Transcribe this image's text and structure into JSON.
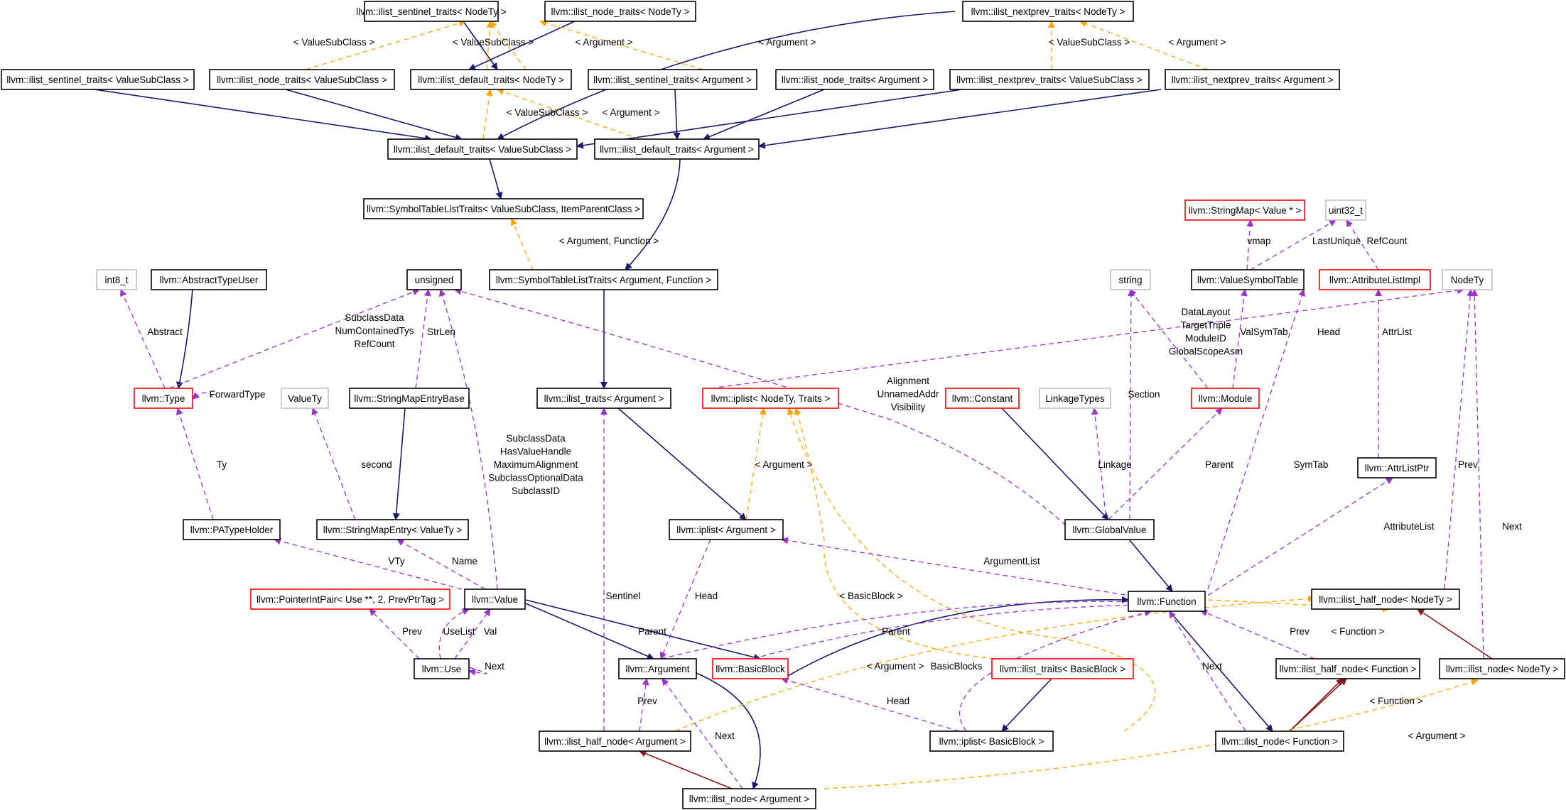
{
  "diagram": {
    "colors": {
      "inheritance": "#191970",
      "usage": "#9a32cd",
      "template": "#ffa500",
      "private": "#8b1a1a",
      "box_normal": "#000000",
      "box_red": "#ff0000",
      "box_gray": "#bfbfbf",
      "focus_fill": "#bfbfbf"
    },
    "nodes": [
      {
        "id": "n_sentinel_nodety",
        "label": "llvm::ilist_sentinel_traits< NodeTy >",
        "style": "normal"
      },
      {
        "id": "n_node_traits_nodety",
        "label": "llvm::ilist_node_traits< NodeTy >",
        "style": "normal"
      },
      {
        "id": "n_nextprev_nodety",
        "label": "llvm::ilist_nextprev_traits< NodeTy >",
        "style": "normal"
      },
      {
        "id": "n_sentinel_vsc",
        "label": "llvm::ilist_sentinel_traits< ValueSubClass >",
        "style": "normal"
      },
      {
        "id": "n_node_traits_vsc",
        "label": "llvm::ilist_node_traits< ValueSubClass >",
        "style": "normal"
      },
      {
        "id": "n_default_nodety",
        "label": "llvm::ilist_default_traits< NodeTy >",
        "style": "normal"
      },
      {
        "id": "n_sentinel_arg",
        "label": "llvm::ilist_sentinel_traits< Argument >",
        "style": "normal"
      },
      {
        "id": "n_node_traits_arg",
        "label": "llvm::ilist_node_traits< Argument >",
        "style": "normal"
      },
      {
        "id": "n_nextprev_vsc",
        "label": "llvm::ilist_nextprev_traits< ValueSubClass >",
        "style": "normal"
      },
      {
        "id": "n_nextprev_arg",
        "label": "llvm::ilist_nextprev_traits< Argument >",
        "style": "normal"
      },
      {
        "id": "n_default_vsc",
        "label": "llvm::ilist_default_traits< ValueSubClass >",
        "style": "normal"
      },
      {
        "id": "n_default_arg",
        "label": "llvm::ilist_default_traits< Argument >",
        "style": "normal"
      },
      {
        "id": "n_stlt_vsc",
        "label": "llvm::SymbolTableListTraits< ValueSubClass, ItemParentClass >",
        "style": "normal"
      },
      {
        "id": "n_stringmap_value",
        "label": "llvm::StringMap< Value * >",
        "style": "red"
      },
      {
        "id": "n_uint32",
        "label": "uint32_t",
        "style": "gray"
      },
      {
        "id": "n_int8",
        "label": "int8_t",
        "style": "gray"
      },
      {
        "id": "n_abstract_type_user",
        "label": "llvm::AbstractTypeUser",
        "style": "normal"
      },
      {
        "id": "n_unsigned",
        "label": "unsigned",
        "style": "normal"
      },
      {
        "id": "n_stlt_arg_fn",
        "label": "llvm::SymbolTableListTraits< Argument, Function >",
        "style": "normal"
      },
      {
        "id": "n_string",
        "label": "string",
        "style": "gray"
      },
      {
        "id": "n_value_symbol_table",
        "label": "llvm::ValueSymbolTable",
        "style": "normal"
      },
      {
        "id": "n_attribute_list_impl",
        "label": "llvm::AttributeListImpl",
        "style": "red"
      },
      {
        "id": "n_nodety",
        "label": "NodeTy",
        "style": "gray"
      },
      {
        "id": "n_type",
        "label": "llvm::Type",
        "style": "red"
      },
      {
        "id": "n_valuety",
        "label": "ValueTy",
        "style": "gray"
      },
      {
        "id": "n_stringmap_entry_base",
        "label": "llvm::StringMapEntryBase",
        "style": "normal"
      },
      {
        "id": "n_ilist_traits_arg",
        "label": "llvm::ilist_traits< Argument >",
        "style": "focus"
      },
      {
        "id": "n_iplist_nodety",
        "label": "llvm::iplist< NodeTy, Traits >",
        "style": "red"
      },
      {
        "id": "n_constant",
        "label": "llvm::Constant",
        "style": "red"
      },
      {
        "id": "n_linkage_types",
        "label": "LinkageTypes",
        "style": "gray"
      },
      {
        "id": "n_module",
        "label": "llvm::Module",
        "style": "red"
      },
      {
        "id": "n_attr_list_ptr",
        "label": "llvm::AttrListPtr",
        "style": "normal"
      },
      {
        "id": "n_patype_holder",
        "label": "llvm::PATypeHolder",
        "style": "normal"
      },
      {
        "id": "n_stringmap_entry",
        "label": "llvm::StringMapEntry< ValueTy >",
        "style": "normal"
      },
      {
        "id": "n_iplist_arg",
        "label": "llvm::iplist< Argument >",
        "style": "normal"
      },
      {
        "id": "n_global_value",
        "label": "llvm::GlobalValue",
        "style": "normal"
      },
      {
        "id": "n_pointer_int_pair",
        "label": "llvm::PointerIntPair< Use **, 2, PrevPtrTag >",
        "style": "red"
      },
      {
        "id": "n_value",
        "label": "llvm::Value",
        "style": "normal"
      },
      {
        "id": "n_function",
        "label": "llvm::Function",
        "style": "normal"
      },
      {
        "id": "n_half_node_nodety",
        "label": "llvm::ilist_half_node< NodeTy >",
        "style": "normal"
      },
      {
        "id": "n_use",
        "label": "llvm::Use",
        "style": "normal"
      },
      {
        "id": "n_argument",
        "label": "llvm::Argument",
        "style": "normal"
      },
      {
        "id": "n_basic_block",
        "label": "llvm::BasicBlock",
        "style": "red"
      },
      {
        "id": "n_ilist_traits_bb",
        "label": "llvm::ilist_traits< BasicBlock >",
        "style": "red"
      },
      {
        "id": "n_half_node_fn",
        "label": "llvm::ilist_half_node< Function >",
        "style": "normal"
      },
      {
        "id": "n_node_nodety",
        "label": "llvm::ilist_node< NodeTy >",
        "style": "normal"
      },
      {
        "id": "n_half_node_arg",
        "label": "llvm::ilist_half_node< Argument >",
        "style": "normal"
      },
      {
        "id": "n_iplist_bb",
        "label": "llvm::iplist< BasicBlock >",
        "style": "normal"
      },
      {
        "id": "n_node_fn",
        "label": "llvm::ilist_node< Function >",
        "style": "normal"
      },
      {
        "id": "n_node_arg",
        "label": "llvm::ilist_node< Argument >",
        "style": "normal"
      }
    ],
    "edge_labels": [
      {
        "id": "l_vsc_1",
        "lines": [
          "< ValueSubClass >"
        ]
      },
      {
        "id": "l_vsc_2",
        "lines": [
          "< ValueSubClass >"
        ]
      },
      {
        "id": "l_arg_1",
        "lines": [
          "< Argument >"
        ]
      },
      {
        "id": "l_arg_2",
        "lines": [
          "< Argument >"
        ]
      },
      {
        "id": "l_vsc_3",
        "lines": [
          "< ValueSubClass >"
        ]
      },
      {
        "id": "l_arg_3",
        "lines": [
          "< Argument >"
        ]
      },
      {
        "id": "l_vsc_4",
        "lines": [
          "< ValueSubClass >"
        ]
      },
      {
        "id": "l_arg_4",
        "lines": [
          "< Argument >"
        ]
      },
      {
        "id": "l_arg_fn",
        "lines": [
          "< Argument, Function >"
        ]
      },
      {
        "id": "l_vmap",
        "lines": [
          "vmap"
        ]
      },
      {
        "id": "l_last_unique",
        "lines": [
          "LastUnique"
        ]
      },
      {
        "id": "l_refcount",
        "lines": [
          "RefCount"
        ]
      },
      {
        "id": "l_abstract",
        "lines": [
          "Abstract"
        ]
      },
      {
        "id": "l_subclassdata_type",
        "lines": [
          "SubclassData",
          "NumContainedTys",
          "RefCount"
        ]
      },
      {
        "id": "l_strlen",
        "lines": [
          "StrLen"
        ]
      },
      {
        "id": "l_module_strings",
        "lines": [
          "DataLayout",
          "TargetTriple",
          "ModuleID",
          "GlobalScopeAsm"
        ]
      },
      {
        "id": "l_valsymtab",
        "lines": [
          "ValSymTab"
        ]
      },
      {
        "id": "l_head_vst",
        "lines": [
          "Head"
        ]
      },
      {
        "id": "l_attrlist",
        "lines": [
          "AttrList"
        ]
      },
      {
        "id": "l_forward_type",
        "lines": [
          "ForwardType"
        ]
      },
      {
        "id": "l_gv_unsigned",
        "lines": [
          "Alignment",
          "UnnamedAddr",
          "Visibility"
        ]
      },
      {
        "id": "l_section",
        "lines": [
          "Section"
        ]
      },
      {
        "id": "l_value_unsigned",
        "lines": [
          "SubclassData",
          "HasValueHandle",
          "MaximumAlignment",
          "SubclassOptionalData",
          "SubclassID"
        ]
      },
      {
        "id": "l_ty",
        "lines": [
          "Ty"
        ]
      },
      {
        "id": "l_second",
        "lines": [
          "second"
        ]
      },
      {
        "id": "l_arg_iplist",
        "lines": [
          "< Argument >"
        ]
      },
      {
        "id": "l_linkage",
        "lines": [
          "Linkage"
        ]
      },
      {
        "id": "l_parent_module",
        "lines": [
          "Parent"
        ]
      },
      {
        "id": "l_symtab",
        "lines": [
          "SymTab"
        ]
      },
      {
        "id": "l_prev_nodety",
        "lines": [
          "Prev"
        ]
      },
      {
        "id": "l_next_nodety",
        "lines": [
          "Next"
        ]
      },
      {
        "id": "l_attribute_list",
        "lines": [
          "AttributeList"
        ]
      },
      {
        "id": "l_vty",
        "lines": [
          "VTy"
        ]
      },
      {
        "id": "l_name",
        "lines": [
          "Name"
        ]
      },
      {
        "id": "l_argument_list",
        "lines": [
          "ArgumentList"
        ]
      },
      {
        "id": "l_sentinel",
        "lines": [
          "Sentinel"
        ]
      },
      {
        "id": "l_head_arg",
        "lines": [
          "Head"
        ]
      },
      {
        "id": "l_bb_template",
        "lines": [
          "< BasicBlock >"
        ]
      },
      {
        "id": "l_prev_use",
        "lines": [
          "Prev"
        ]
      },
      {
        "id": "l_uselist",
        "lines": [
          "UseList"
        ]
      },
      {
        "id": "l_val",
        "lines": [
          "Val"
        ]
      },
      {
        "id": "l_next_use",
        "lines": [
          "Next"
        ]
      },
      {
        "id": "l_parent_arg",
        "lines": [
          "Parent"
        ]
      },
      {
        "id": "l_parent_bb",
        "lines": [
          "Parent"
        ]
      },
      {
        "id": "l_arg_half_nodety",
        "lines": [
          "< Argument >"
        ]
      },
      {
        "id": "l_basic_blocks",
        "lines": [
          "BasicBlocks"
        ]
      },
      {
        "id": "l_prev_fn",
        "lines": [
          "Prev"
        ]
      },
      {
        "id": "l_fn_template_1",
        "lines": [
          "< Function >"
        ]
      },
      {
        "id": "l_next_fn",
        "lines": [
          "Next"
        ]
      },
      {
        "id": "l_fn_template_2",
        "lines": [
          "< Function >"
        ]
      },
      {
        "id": "l_prev_arg",
        "lines": [
          "Prev"
        ]
      },
      {
        "id": "l_next_arg",
        "lines": [
          "Next"
        ]
      },
      {
        "id": "l_head_bb",
        "lines": [
          "Head"
        ]
      },
      {
        "id": "l_arg_node_nodety",
        "lines": [
          "< Argument >"
        ]
      }
    ]
  }
}
